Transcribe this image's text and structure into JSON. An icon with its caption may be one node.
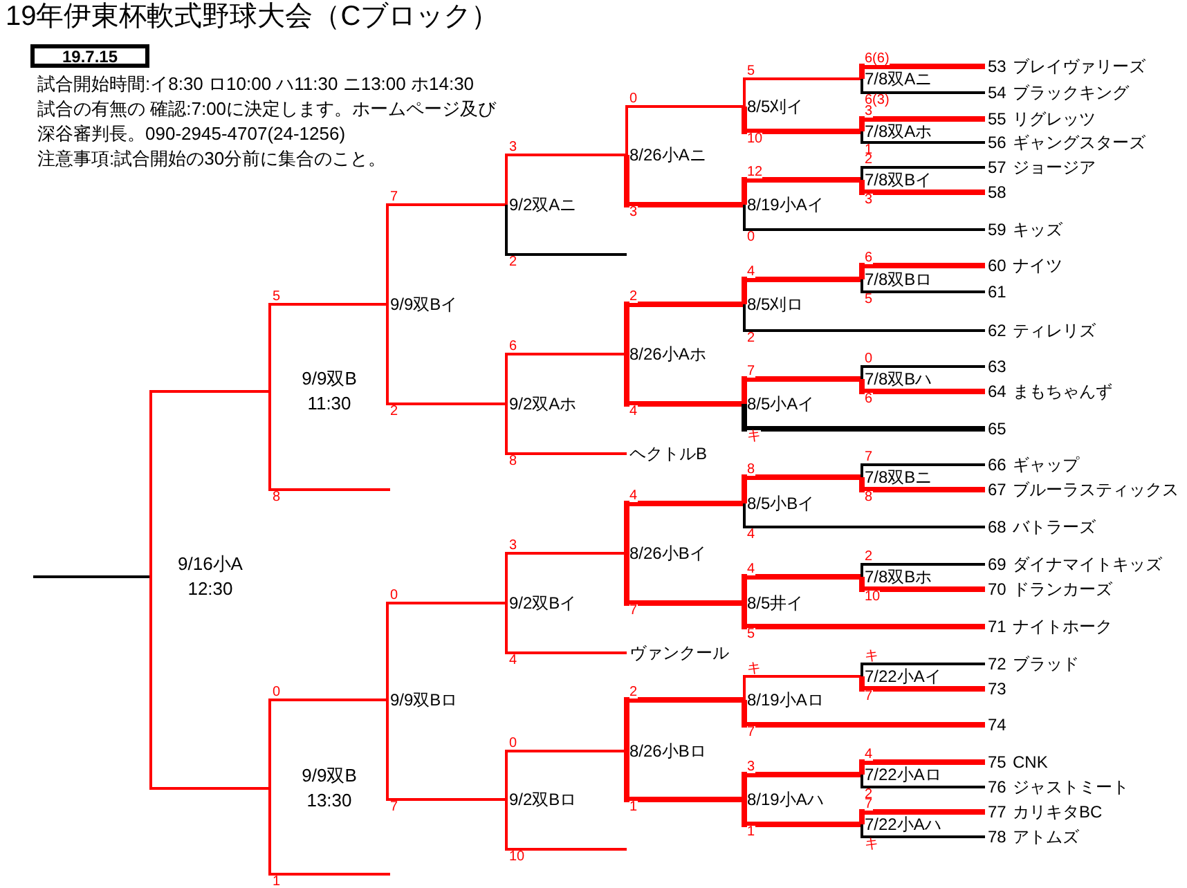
{
  "diagram": {
    "title": "19年伊東杯軟式野球大会（Cブロック）",
    "nodes": [
      {
        "text": [
          "19.7.15"
        ]
      },
      {
        "text": [
          "9/16小A",
          "12:30"
        ]
      },
      {
        "text": [
          "9/9双B",
          "11:30"
        ]
      },
      {
        "text": [
          "9/9双B",
          "13:30"
        ]
      },
      {
        "text": [
          "9/9双Bイ"
        ]
      },
      {
        "text": [
          "9/9双Bロ"
        ]
      },
      {
        "text": [
          "9/2双Aニ"
        ]
      },
      {
        "text": [
          "9/2双Aホ"
        ]
      },
      {
        "text": [
          "9/2双Bイ"
        ]
      },
      {
        "text": [
          "9/2双Bロ"
        ]
      },
      {
        "text": [
          "ヘクトルB"
        ]
      },
      {
        "text": [
          "ヴァンクール"
        ]
      },
      {
        "text": [
          "8/26小Aニ"
        ]
      },
      {
        "text": [
          "8/26小Aホ"
        ]
      },
      {
        "text": [
          "8/26小Bイ"
        ]
      },
      {
        "text": [
          "8/26小Bロ"
        ]
      },
      {
        "text": [
          "8/5刈イ"
        ]
      },
      {
        "text": [
          "8/19小Aイ"
        ]
      },
      {
        "text": [
          "8/5刈ロ"
        ]
      },
      {
        "text": [
          "8/5小Aイ"
        ]
      },
      {
        "text": [
          "8/5小Bイ"
        ]
      },
      {
        "text": [
          "8/5井イ"
        ]
      },
      {
        "text": [
          "8/19小Aロ"
        ]
      },
      {
        "text": [
          "8/19小Aハ"
        ]
      },
      {
        "text": [
          "7/8双Aニ"
        ]
      },
      {
        "text": [
          "7/8双Aホ"
        ]
      },
      {
        "text": [
          "7/8双Bイ"
        ]
      },
      {
        "text": [
          "7/8双Bロ"
        ]
      },
      {
        "text": [
          "7/8双Bハ"
        ]
      },
      {
        "text": [
          "7/8双Bニ"
        ]
      },
      {
        "text": [
          "7/8双Bホ"
        ]
      },
      {
        "text": [
          "7/22小Aイ"
        ]
      },
      {
        "text": [
          "7/22小Aロ"
        ]
      },
      {
        "text": [
          "7/22小Aハ"
        ]
      },
      {
        "text": [
          "53",
          "ブレイヴァリーズ"
        ]
      },
      {
        "text": [
          "54",
          "ブラックキング"
        ]
      },
      {
        "text": [
          "55",
          "リグレッツ"
        ]
      },
      {
        "text": [
          "56",
          "ギャングスターズ"
        ]
      },
      {
        "text": [
          "57",
          "ジョージア"
        ]
      },
      {
        "text": [
          "58"
        ]
      },
      {
        "text": [
          "59",
          "キッズ"
        ]
      },
      {
        "text": [
          "60",
          "ナイツ"
        ]
      },
      {
        "text": [
          "61"
        ]
      },
      {
        "text": [
          "62",
          "ティレリズ"
        ]
      },
      {
        "text": [
          "63"
        ]
      },
      {
        "text": [
          "64",
          "まもちゃんず"
        ]
      },
      {
        "text": [
          "65"
        ]
      },
      {
        "text": [
          "66",
          "ギャップ"
        ]
      },
      {
        "text": [
          "67",
          "ブルーラスティックス"
        ]
      },
      {
        "text": [
          "68",
          "バトラーズ"
        ]
      },
      {
        "text": [
          "69",
          "ダイナマイトキッズ"
        ]
      },
      {
        "text": [
          "70",
          "ドランカーズ"
        ]
      },
      {
        "text": [
          "71",
          "ナイトホーク"
        ]
      },
      {
        "text": [
          "72",
          "ブラッド"
        ]
      },
      {
        "text": [
          "73"
        ]
      },
      {
        "text": [
          "74"
        ]
      },
      {
        "text": [
          "75",
          "CNK"
        ]
      },
      {
        "text": [
          "76",
          "ジャストミート"
        ]
      },
      {
        "text": [
          "77",
          "カリキタBC"
        ]
      },
      {
        "text": [
          "78",
          "アトムズ"
        ]
      }
    ],
    "edges": [
      {
        "from": 1,
        "to": null,
        "arrow": "none",
        "color": "#000000"
      },
      {
        "from": 2,
        "to": 1,
        "arrow": "none"
      },
      {
        "from": 3,
        "to": 1,
        "arrow": "none"
      },
      {
        "from": 4,
        "to": 2,
        "arrow": "none",
        "label": "5"
      },
      {
        "from": null,
        "to": 2,
        "arrow": "none",
        "label": "8"
      },
      {
        "from": 5,
        "to": 3,
        "arrow": "none",
        "label": "0"
      },
      {
        "from": null,
        "to": 3,
        "arrow": "none",
        "label": "1"
      },
      {
        "from": 6,
        "to": 4,
        "arrow": "none",
        "label": "7"
      },
      {
        "from": 7,
        "to": 4,
        "arrow": "none",
        "label": "2"
      },
      {
        "from": 8,
        "to": 5,
        "arrow": "none",
        "label": "0"
      },
      {
        "from": 9,
        "to": 5,
        "arrow": "none",
        "label": "7"
      },
      {
        "from": 12,
        "to": 6,
        "arrow": "none",
        "label": "3"
      },
      {
        "from": null,
        "to": 6,
        "arrow": "none",
        "label": "2",
        "color": "#000000"
      },
      {
        "from": 13,
        "to": 7,
        "arrow": "none",
        "label": "6"
      },
      {
        "from": 10,
        "to": 7,
        "arrow": "none",
        "label": "8"
      },
      {
        "from": 14,
        "to": 8,
        "arrow": "none",
        "label": "3"
      },
      {
        "from": 11,
        "to": 8,
        "arrow": "none",
        "label": "4"
      },
      {
        "from": 15,
        "to": 9,
        "arrow": "none",
        "label": "0"
      },
      {
        "from": null,
        "to": 9,
        "arrow": "none",
        "label": "10"
      },
      {
        "from": 16,
        "to": 12,
        "arrow": "none",
        "label": "0"
      },
      {
        "from": 17,
        "to": 12,
        "arrow": "none",
        "label": "3",
        "style": "thick"
      },
      {
        "from": 18,
        "to": 13,
        "arrow": "none",
        "label": "2",
        "style": "thick"
      },
      {
        "from": 19,
        "to": 13,
        "arrow": "none",
        "label": "4",
        "style": "thick"
      },
      {
        "from": 20,
        "to": 14,
        "arrow": "none",
        "label": "4",
        "style": "thick"
      },
      {
        "from": 21,
        "to": 14,
        "arrow": "none",
        "label": "7",
        "style": "thick"
      },
      {
        "from": 22,
        "to": 15,
        "arrow": "none",
        "label": "2",
        "style": "thick"
      },
      {
        "from": 23,
        "to": 15,
        "arrow": "none",
        "label": "1",
        "style": "thick"
      },
      {
        "from": 24,
        "to": 16,
        "arrow": "none",
        "label": "5"
      },
      {
        "from": 25,
        "to": 16,
        "arrow": "none",
        "label": "10",
        "style": "thick"
      },
      {
        "from": 26,
        "to": 17,
        "arrow": "none",
        "label": "12",
        "style": "thick"
      },
      {
        "from": 40,
        "to": 17,
        "arrow": "none",
        "label": "0",
        "color": "#000000"
      },
      {
        "from": 27,
        "to": 18,
        "arrow": "none",
        "label": "4",
        "style": "thick"
      },
      {
        "from": 43,
        "to": 18,
        "arrow": "none",
        "label": "2",
        "color": "#000000"
      },
      {
        "from": 28,
        "to": 19,
        "arrow": "none",
        "label": "7",
        "style": "thick"
      },
      {
        "from": 46,
        "to": 19,
        "arrow": "none",
        "label": "キ",
        "style": "thick",
        "color": "#000000"
      },
      {
        "from": 29,
        "to": 20,
        "arrow": "none",
        "label": "8",
        "style": "thick"
      },
      {
        "from": 49,
        "to": 20,
        "arrow": "none",
        "label": "4",
        "color": "#000000"
      },
      {
        "from": 30,
        "to": 21,
        "arrow": "none",
        "label": "4",
        "style": "thick"
      },
      {
        "from": 52,
        "to": 21,
        "arrow": "none",
        "label": "5",
        "style": "thick"
      },
      {
        "from": 31,
        "to": 22,
        "arrow": "none",
        "label": "キ"
      },
      {
        "from": 55,
        "to": 22,
        "arrow": "none",
        "label": "7",
        "style": "thick"
      },
      {
        "from": 32,
        "to": 23,
        "arrow": "none",
        "label": "3",
        "style": "thick"
      },
      {
        "from": 33,
        "to": 23,
        "arrow": "none",
        "label": "1",
        "style": "thick"
      },
      {
        "from": 34,
        "to": 24,
        "arrow": "none",
        "label": "6(6)",
        "style": "thick"
      },
      {
        "from": 35,
        "to": 24,
        "arrow": "none",
        "label": "6(3)",
        "color": "#000000"
      },
      {
        "from": 36,
        "to": 25,
        "arrow": "none",
        "label": "3",
        "style": "thick"
      },
      {
        "from": 37,
        "to": 25,
        "arrow": "none",
        "label": "1",
        "color": "#000000"
      },
      {
        "from": 38,
        "to": 26,
        "arrow": "none",
        "label": "2",
        "color": "#000000"
      },
      {
        "from": 39,
        "to": 26,
        "arrow": "none",
        "label": "3",
        "style": "thick"
      },
      {
        "from": 41,
        "to": 27,
        "arrow": "none",
        "label": "6",
        "style": "thick"
      },
      {
        "from": 42,
        "to": 27,
        "arrow": "none",
        "label": "5",
        "color": "#000000"
      },
      {
        "from": 44,
        "to": 28,
        "arrow": "none",
        "label": "0",
        "color": "#000000"
      },
      {
        "from": 45,
        "to": 28,
        "arrow": "none",
        "label": "6",
        "style": "thick"
      },
      {
        "from": 47,
        "to": 29,
        "arrow": "none",
        "label": "7",
        "color": "#000000"
      },
      {
        "from": 48,
        "to": 29,
        "arrow": "none",
        "label": "8",
        "style": "thick"
      },
      {
        "from": 50,
        "to": 30,
        "arrow": "none",
        "label": "2",
        "color": "#000000"
      },
      {
        "from": 51,
        "to": 30,
        "arrow": "none",
        "label": "10",
        "style": "thick"
      },
      {
        "from": 53,
        "to": 31,
        "arrow": "none",
        "label": "キ",
        "color": "#000000"
      },
      {
        "from": 54,
        "to": 31,
        "arrow": "none",
        "label": "7",
        "style": "thick"
      },
      {
        "from": 56,
        "to": 32,
        "arrow": "none",
        "label": "4",
        "style": "thick"
      },
      {
        "from": 57,
        "to": 32,
        "arrow": "none",
        "label": "2",
        "color": "#000000"
      },
      {
        "from": 58,
        "to": 33,
        "arrow": "none",
        "label": "7",
        "style": "thick"
      },
      {
        "from": 59,
        "to": 33,
        "arrow": "none",
        "label": "キ",
        "color": "#000000"
      }
    ],
    "labels": [
      "試合開始時間:イ8:30 ロ10:00 ハ11:30 ニ13:00 ホ14:30",
      "試合の有無の 確認:7:00に決定します。ホームページ及び",
      "深谷審判長。090-2945-4707(24-1256)",
      "注意事項:試合開始の30分前に集合のこと。"
    ]
  }
}
